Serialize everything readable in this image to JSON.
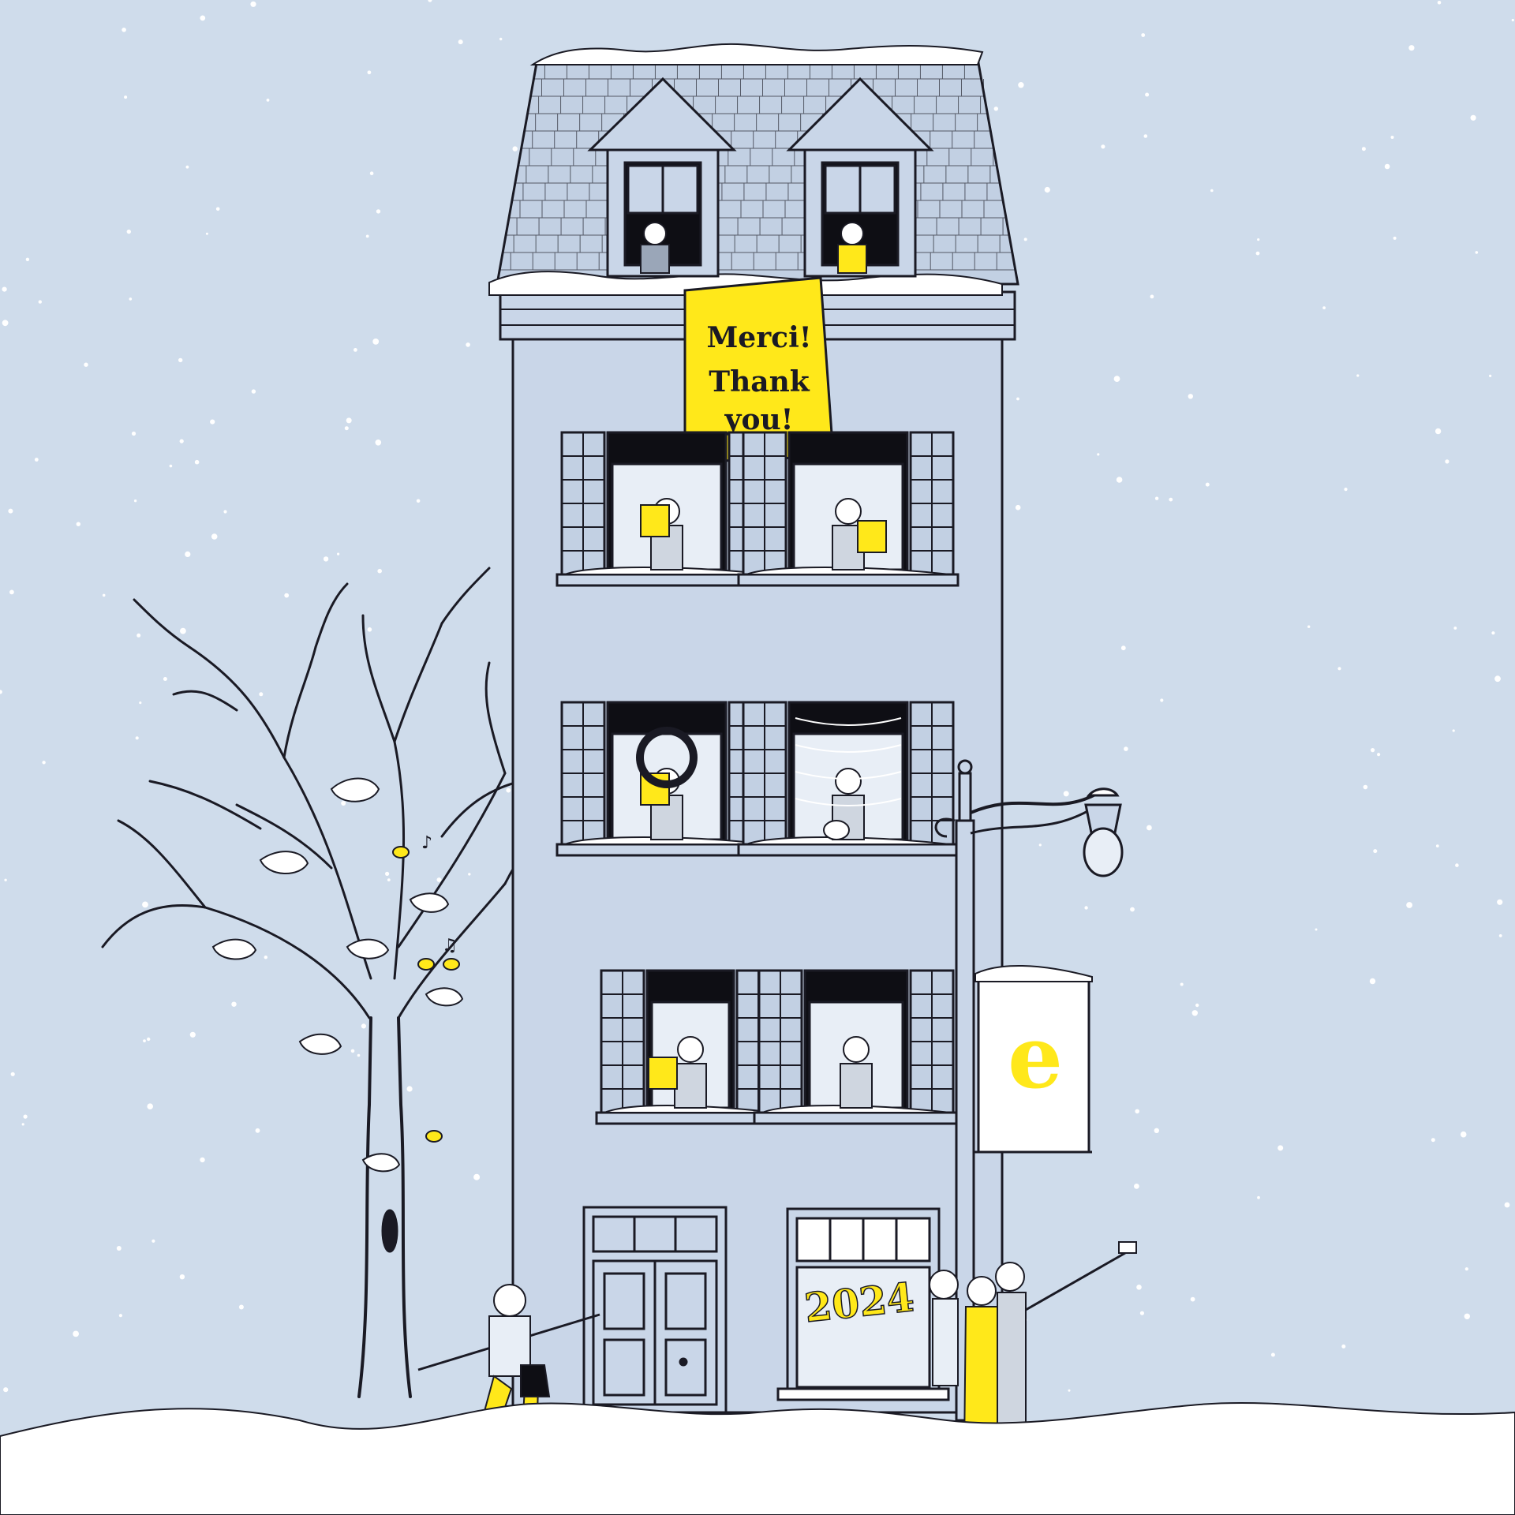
{
  "banner": {
    "line1": "Merci!",
    "line2": "Thank",
    "line3": "you!"
  },
  "window_sign": {
    "year": "2024"
  },
  "street_flag": {
    "logo_glyph": "e"
  },
  "colors": {
    "sky": "#cfdceb",
    "building": "#c9d6e8",
    "ink": "#1a1a24",
    "accent_yellow": "#ffe81a",
    "snow": "#ffffff",
    "window_dark": "#0e0e14"
  },
  "icons": [
    "snowflake-icon",
    "music-note-icon",
    "bird-icon",
    "cat-icon",
    "hockey-stick-icon",
    "skate-icon",
    "selfie-stick-icon",
    "wreath-icon"
  ]
}
